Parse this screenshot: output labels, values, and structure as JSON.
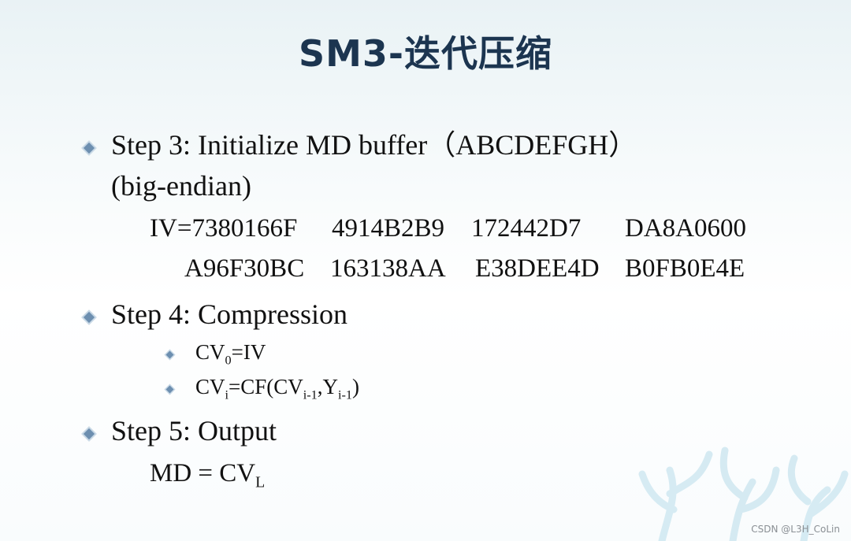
{
  "title": "SM3-迭代压缩",
  "step3": {
    "line1": "Step 3: Initialize MD buffer（ABCDEFGH）",
    "line2": "(big-endian)",
    "iv_prefix": "IV=",
    "iv_row1": [
      "7380166F",
      "4914B2B9",
      "172442D7",
      "DA8A0600"
    ],
    "iv_row2": [
      "A96F30BC",
      "163138AA",
      "E38DEE4D",
      "B0FB0E4E"
    ]
  },
  "step4": {
    "label": "Step 4: Compression",
    "cv0": {
      "base": "CV",
      "sub": "0",
      "rest": "=IV"
    },
    "cvi": {
      "base": "CV",
      "sub": "i",
      "eq": "=CF(CV",
      "sub2": "i-1",
      "comma": ",Y",
      "sub3": "i-1",
      "close": ")"
    }
  },
  "step5": {
    "label": "Step 5: Output",
    "md": "MD = CV",
    "md_sub": "L"
  },
  "watermark": "CSDN @L3H_CoLin"
}
